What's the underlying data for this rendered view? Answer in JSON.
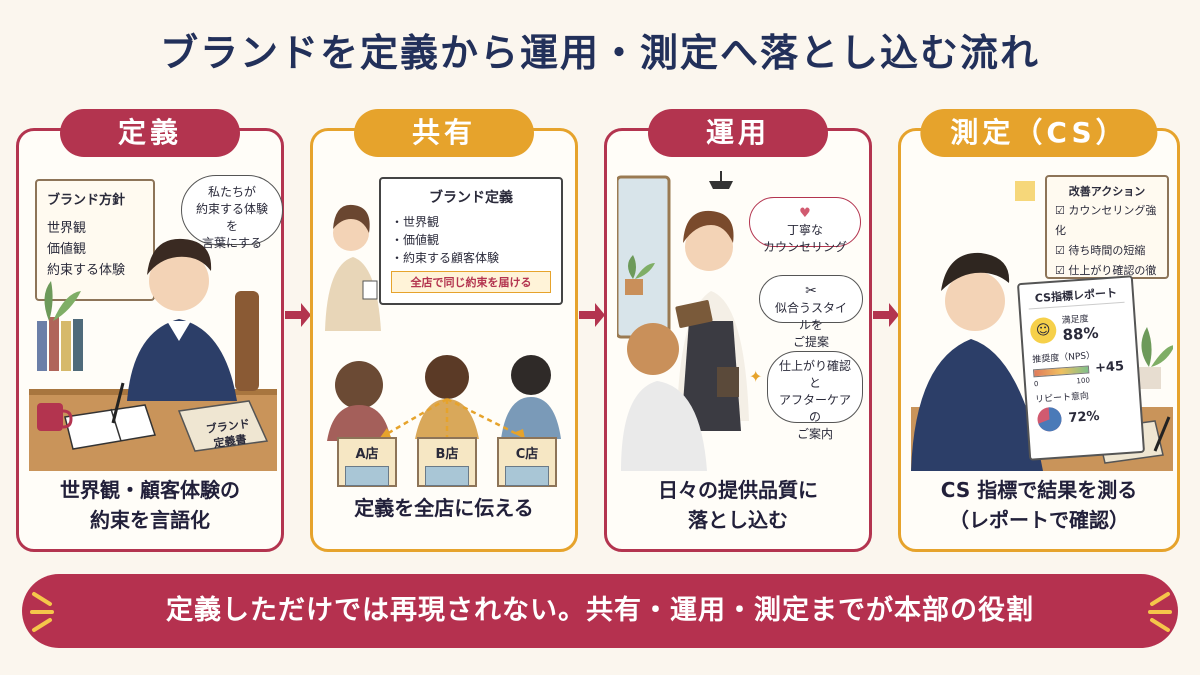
{
  "title": "ブランドを定義から運用・測定へ落とし込む流れ",
  "colors": {
    "red": "#b3344f",
    "gold": "#e6a32c",
    "navy": "#22305a",
    "background": "#fbf6ee"
  },
  "panels": [
    {
      "label": "定義",
      "caption": [
        "世界観・顧客体験の",
        "約束を言語化"
      ],
      "board_title": "ブランド方針",
      "board_items": [
        "世界観",
        "価値観",
        "約束する体験"
      ],
      "bubble": [
        "私たちが",
        "約束する体験を",
        "言葉にする"
      ],
      "book": [
        "ブランド",
        "定義書"
      ]
    },
    {
      "label": "共有",
      "caption": [
        "定義を全店に伝える"
      ],
      "board_title": "ブランド定義",
      "board_items": [
        "・世界観",
        "・価値観",
        "・約束する顧客体験"
      ],
      "banner": "全店で同じ約束を届ける",
      "stores": [
        "A店",
        "B店",
        "C店"
      ]
    },
    {
      "label": "運用",
      "caption": [
        "日々の提供品質に",
        "落とし込む"
      ],
      "bubbles": [
        [
          "丁寧な",
          "カウンセリング"
        ],
        [
          "似合うスタイルを",
          "ご提案"
        ],
        [
          "仕上がり確認と",
          "アフターケアの",
          "ご案内"
        ]
      ]
    },
    {
      "label": "測定（CS）",
      "caption": [
        "CS 指標で結果を測る",
        "（レポートで確認）"
      ],
      "action_title": "改善アクション",
      "actions": [
        "カウンセリング強化",
        "待ち時間の短縮",
        "仕上がり確認の徹底"
      ],
      "report": {
        "title": "CS指標レポート",
        "satisfaction_label": "満足度",
        "satisfaction_value": "88%",
        "nps_label": "推奨度（NPS）",
        "nps_value": "+45",
        "nps_min": "0",
        "nps_max": "100",
        "repeat_label": "リピート意向",
        "repeat_value": "72%"
      }
    }
  ],
  "footer": "定義しただけでは再現されない。共有・運用・測定までが本部の役割"
}
